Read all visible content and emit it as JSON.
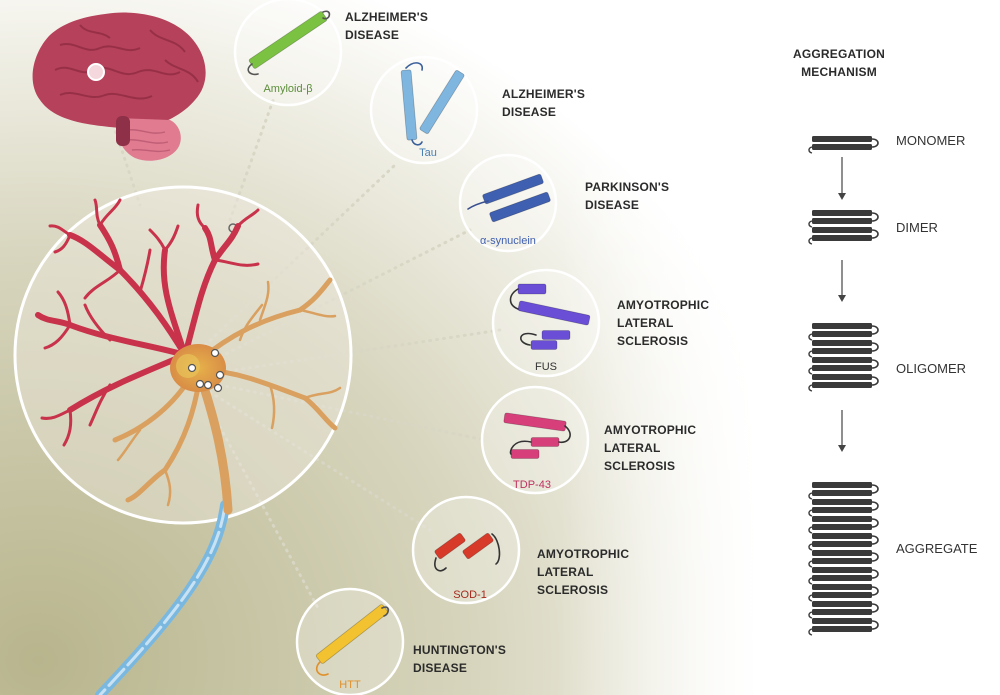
{
  "proteins": [
    {
      "name": "Amyloid-β",
      "disease": [
        "ALZHEIMER'S",
        "DISEASE"
      ],
      "color": "#7cc242",
      "label_color": "#5b8d3a"
    },
    {
      "name": "Tau",
      "disease": [
        "ALZHEIMER'S",
        "DISEASE"
      ],
      "color": "#7fb6e0",
      "label_color": "#4a7fb3"
    },
    {
      "name": "α-synuclein",
      "disease": [
        "PARKINSON'S",
        "DISEASE"
      ],
      "color": "#3f5fb0",
      "label_color": "#3f5fb0"
    },
    {
      "name": "FUS",
      "disease": [
        "AMYOTROPHIC",
        "LATERAL",
        "SCLEROSIS"
      ],
      "color": "#6a4fd6",
      "label_color": "#333333"
    },
    {
      "name": "TDP-43",
      "disease": [
        "AMYOTROPHIC",
        "LATERAL",
        "SCLEROSIS"
      ],
      "color": "#d63f7a",
      "label_color": "#c0305f"
    },
    {
      "name": "SOD-1",
      "disease": [
        "AMYOTROPHIC",
        "LATERAL",
        "SCLEROSIS"
      ],
      "color": "#d83a2a",
      "label_color": "#a52a1e"
    },
    {
      "name": "HTT",
      "disease": [
        "HUNTINGTON'S",
        "DISEASE"
      ],
      "color": "#f2c230",
      "label_color": "#e0902a"
    }
  ],
  "mechanism": {
    "title": [
      "AGGREGATION",
      "MECHANISM"
    ],
    "stages": [
      {
        "label": "MONOMER",
        "units": 1
      },
      {
        "label": "DIMER",
        "units": 2
      },
      {
        "label": "OLIGOMER",
        "units": 4
      },
      {
        "label": "AGGREGATE",
        "units": 9
      }
    ]
  },
  "colors": {
    "background_tint": "#c9c6a4",
    "brain": "#b5415a",
    "neuron_dendrites": "#c8324a",
    "neuron_axon": "#d9a05f",
    "myelin": "#6fb2de",
    "stack": "#3a3a3a"
  }
}
